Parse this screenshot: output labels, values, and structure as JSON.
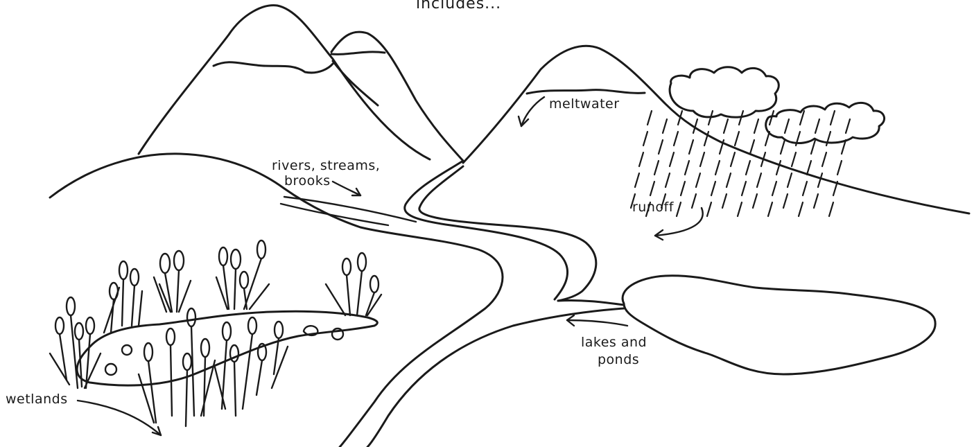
{
  "header_fragment": "includes...",
  "labels": {
    "meltwater": "meltwater",
    "rivers_line1": "rivers, streams,",
    "rivers_line2": "brooks",
    "runoff": "runoff",
    "lakes_line1": "lakes and",
    "lakes_line2": "ponds",
    "wetlands": "wetlands"
  },
  "colors": {
    "ink": "#1a1a1a",
    "paper": "#ffffff"
  }
}
